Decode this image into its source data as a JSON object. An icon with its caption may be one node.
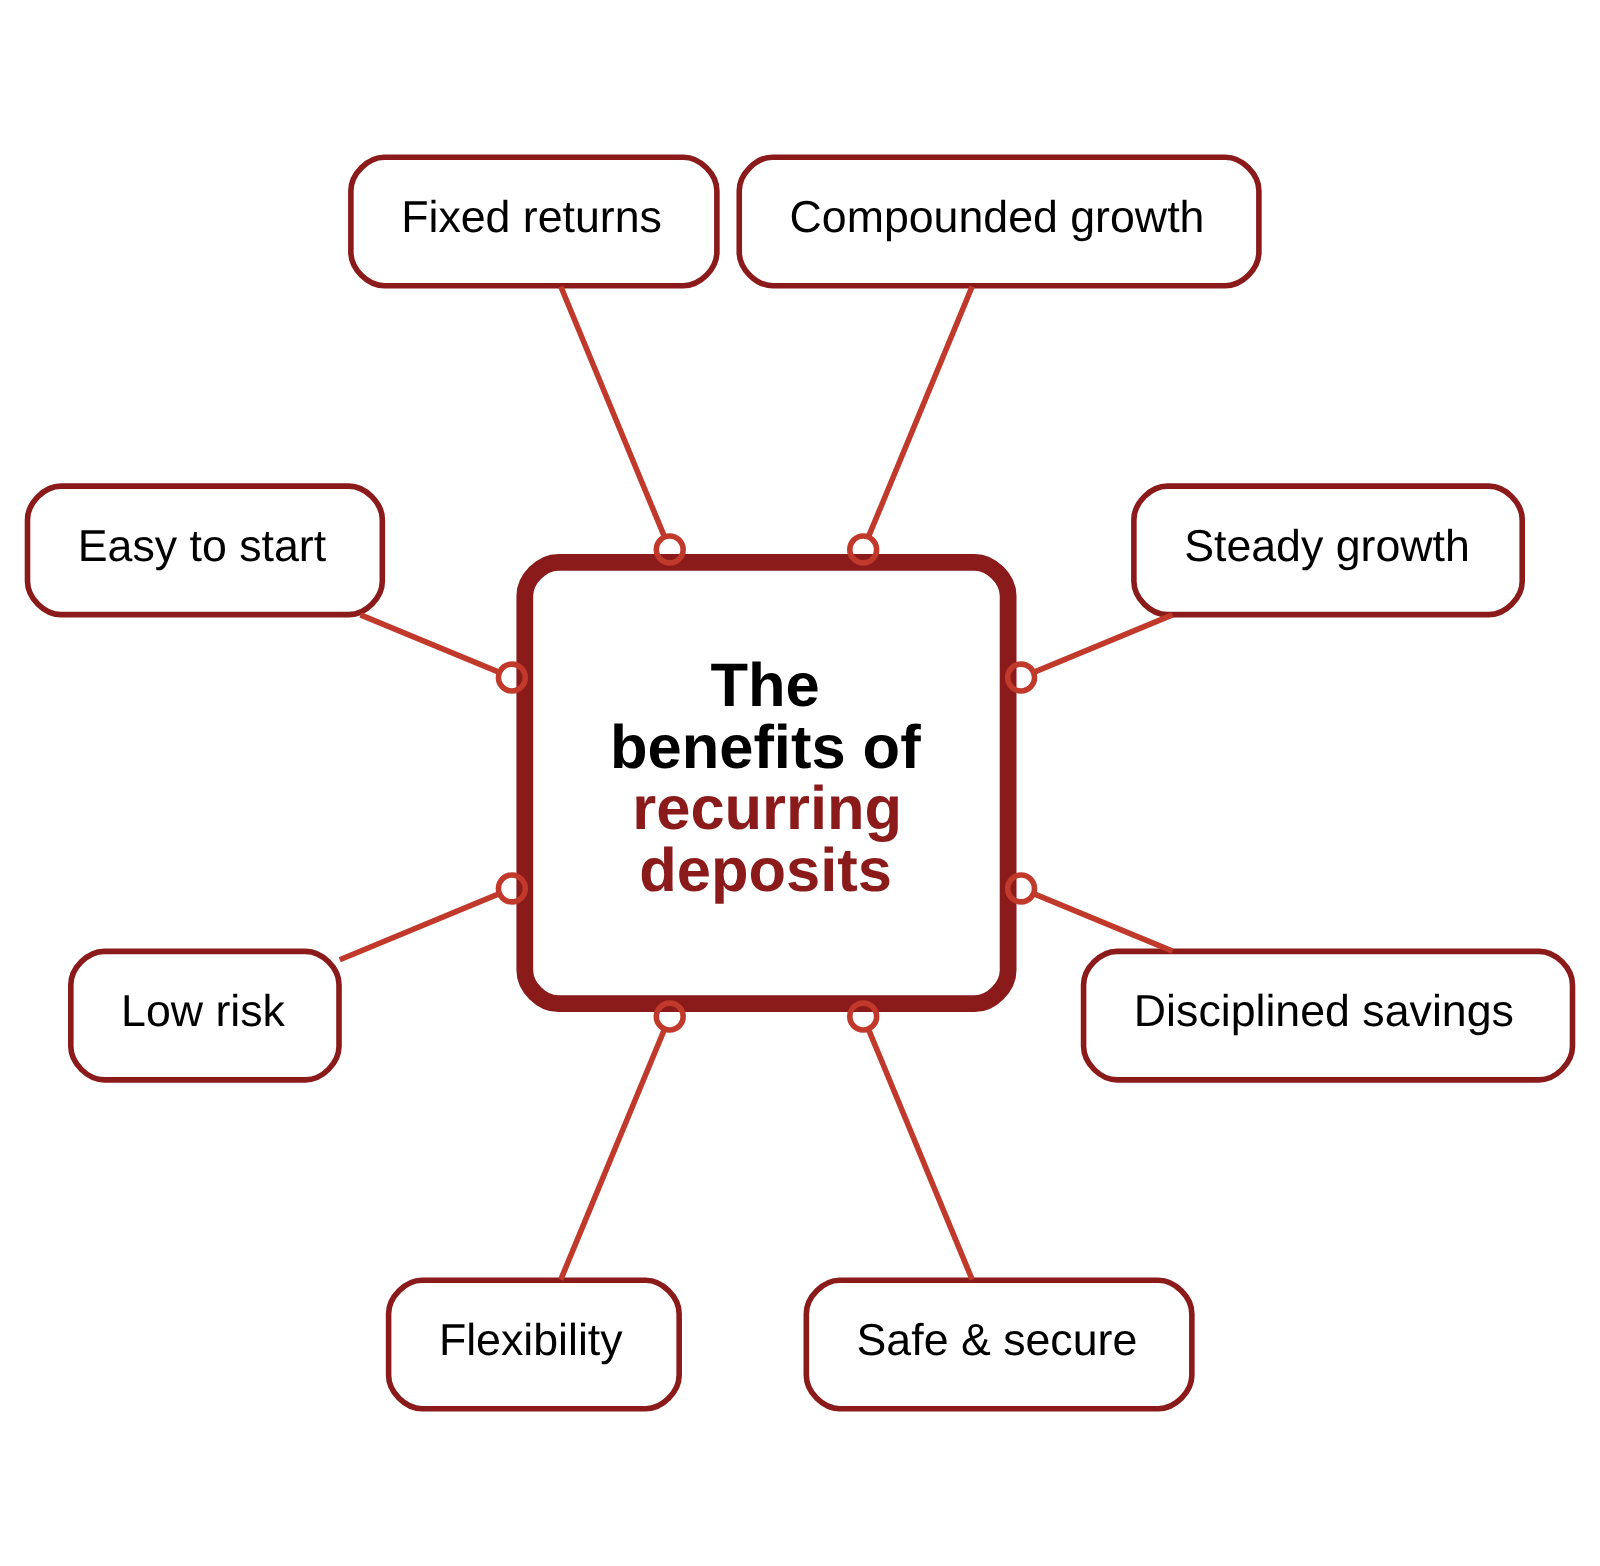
{
  "diagram": {
    "nodes": [
      {
        "text": [
          "The",
          "benefits of",
          "recurring",
          "deposits"
        ]
      },
      {
        "text": [
          "Steady growth"
        ]
      },
      {
        "text": [
          "Compounded growth"
        ]
      },
      {
        "text": [
          "Fixed returns"
        ]
      },
      {
        "text": [
          "Easy to start"
        ]
      },
      {
        "text": [
          "Low risk"
        ]
      },
      {
        "text": [
          "Flexibility"
        ]
      },
      {
        "text": [
          "Safe & secure"
        ]
      },
      {
        "text": [
          "Disciplined savings"
        ]
      }
    ],
    "edges": [
      {
        "from": 0,
        "to": 1,
        "arrow": "other"
      },
      {
        "from": 0,
        "to": 3,
        "arrow": "other"
      },
      {
        "from": 0,
        "to": 5,
        "arrow": "other"
      },
      {
        "from": 0,
        "to": 7,
        "arrow": "other"
      },
      {
        "from": 0,
        "to": 8,
        "arrow": "other"
      },
      {
        "from": 0,
        "to": 6,
        "arrow": "other"
      },
      {
        "from": 0,
        "to": 4,
        "arrow": "other"
      },
      {
        "from": 0,
        "to": 2,
        "arrow": "other"
      }
    ]
  }
}
